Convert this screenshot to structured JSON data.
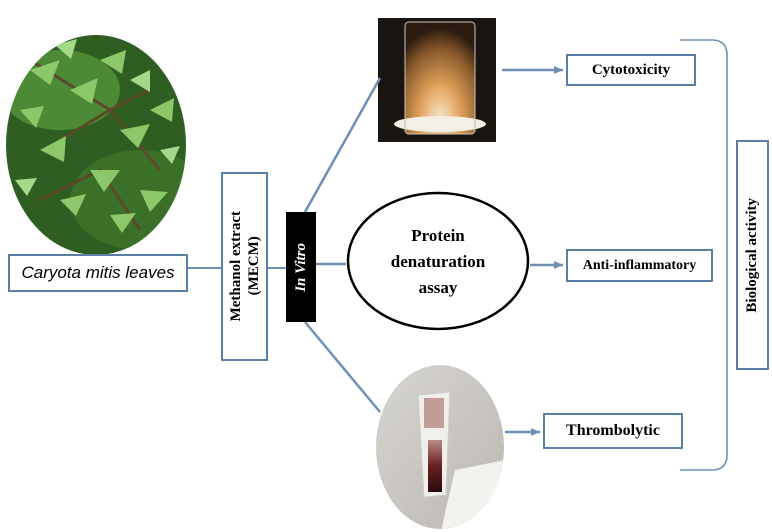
{
  "source_label": "Caryota mitis leaves",
  "extract_label": "Methanol extract",
  "extract_abbrev": "(MECM)",
  "method_label": "In Vitro",
  "assay_label_lines": [
    "Protein",
    "denaturation",
    "assay"
  ],
  "outcomes": {
    "cytotoxicity": "Cytotoxicity",
    "anti_inflammatory": "Anti-inflammatory",
    "thrombolytic": "Thrombolytic"
  },
  "category_label": "Biological activity",
  "images": {
    "leaves": "palm-leaves-photo",
    "beaker": "beaker-cytotoxicity-photo",
    "tube": "clot-tube-photo"
  },
  "colors": {
    "border": "#5b7fa6",
    "arrow": "#6f8fb5",
    "method_bg": "#000000",
    "foliage": "#3f7a2e"
  }
}
